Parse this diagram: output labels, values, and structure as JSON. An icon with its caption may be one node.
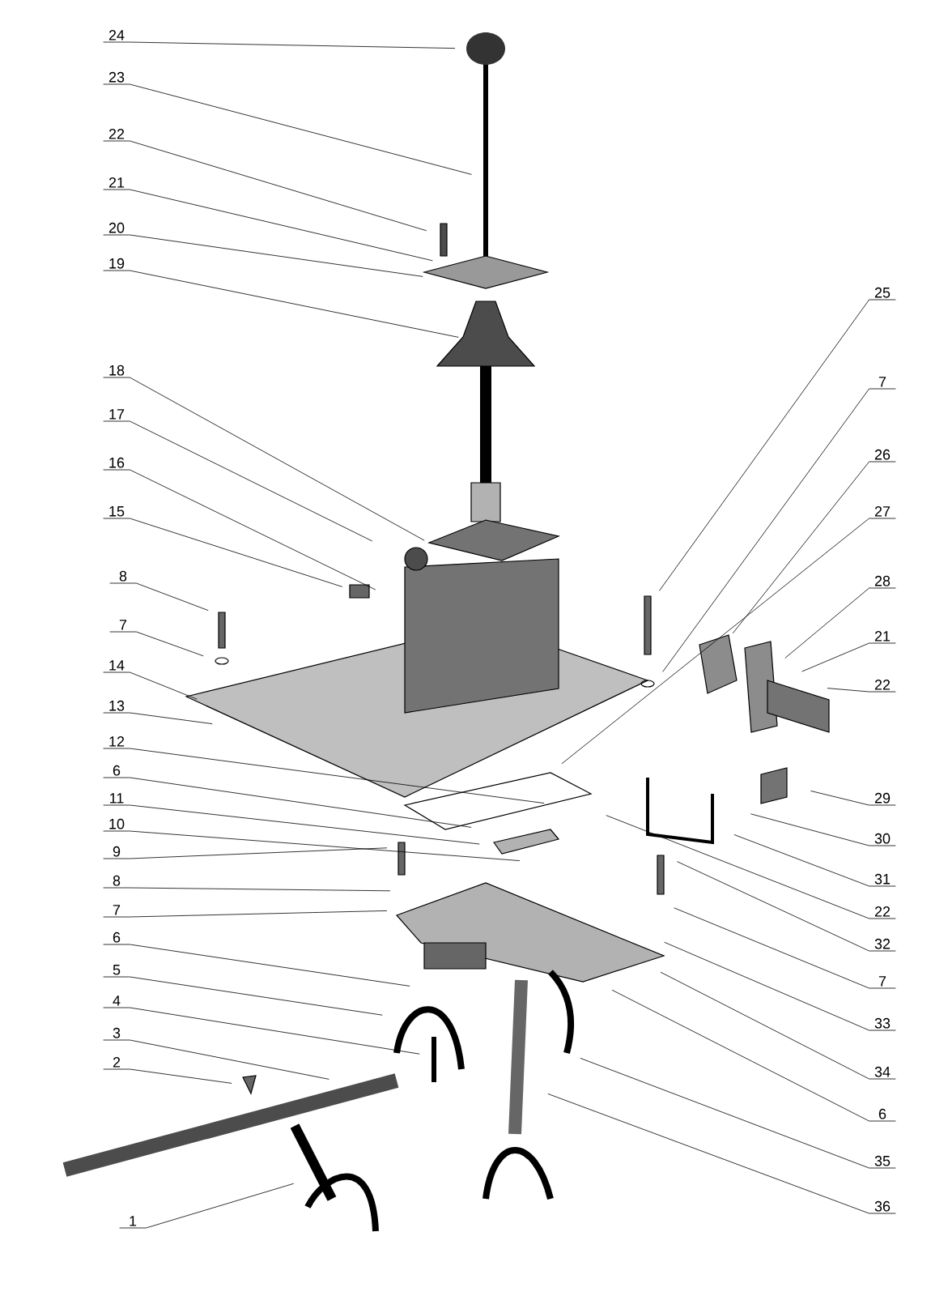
{
  "diagram": {
    "nodes": [
      {
        "text": [
          "24"
        ]
      },
      {
        "text": [
          "23"
        ]
      },
      {
        "text": [
          "22"
        ]
      },
      {
        "text": [
          "21"
        ]
      },
      {
        "text": [
          "20"
        ]
      },
      {
        "text": [
          "19"
        ]
      },
      {
        "text": [
          "18"
        ]
      },
      {
        "text": [
          "17"
        ]
      },
      {
        "text": [
          "16"
        ]
      },
      {
        "text": [
          "15"
        ]
      },
      {
        "text": [
          "8"
        ]
      },
      {
        "text": [
          "7"
        ]
      },
      {
        "text": [
          "14"
        ]
      },
      {
        "text": [
          "13"
        ]
      },
      {
        "text": [
          "12"
        ]
      },
      {
        "text": [
          "6"
        ]
      },
      {
        "text": [
          "11"
        ]
      },
      {
        "text": [
          "10"
        ]
      },
      {
        "text": [
          "9"
        ]
      },
      {
        "text": [
          "8"
        ]
      },
      {
        "text": [
          "7"
        ]
      },
      {
        "text": [
          "6"
        ]
      },
      {
        "text": [
          "5"
        ]
      },
      {
        "text": [
          "4"
        ]
      },
      {
        "text": [
          "3"
        ]
      },
      {
        "text": [
          "2"
        ]
      },
      {
        "text": [
          "1"
        ]
      },
      {
        "text": [
          "25"
        ]
      },
      {
        "text": [
          "7"
        ]
      },
      {
        "text": [
          "26"
        ]
      },
      {
        "text": [
          "27"
        ]
      },
      {
        "text": [
          "28"
        ]
      },
      {
        "text": [
          "21"
        ]
      },
      {
        "text": [
          "22"
        ]
      },
      {
        "text": [
          "29"
        ]
      },
      {
        "text": [
          "30"
        ]
      },
      {
        "text": [
          "31"
        ]
      },
      {
        "text": [
          "22"
        ]
      },
      {
        "text": [
          "32"
        ]
      },
      {
        "text": [
          "7"
        ]
      },
      {
        "text": [
          "33"
        ]
      },
      {
        "text": [
          "34"
        ]
      },
      {
        "text": [
          "6"
        ]
      },
      {
        "text": [
          "35"
        ]
      },
      {
        "text": [
          "36"
        ]
      }
    ],
    "edges": [
      {
        "from": 0,
        "to": null,
        "arrow": "none"
      },
      {
        "from": 1,
        "to": null,
        "arrow": "none"
      },
      {
        "from": 2,
        "to": null,
        "arrow": "none"
      },
      {
        "from": 3,
        "to": null,
        "arrow": "none"
      },
      {
        "from": 4,
        "to": null,
        "arrow": "none"
      },
      {
        "from": 5,
        "to": null,
        "arrow": "none"
      },
      {
        "from": 6,
        "to": null,
        "arrow": "none"
      },
      {
        "from": 7,
        "to": null,
        "arrow": "none"
      },
      {
        "from": 8,
        "to": null,
        "arrow": "none"
      },
      {
        "from": 9,
        "to": null,
        "arrow": "none"
      },
      {
        "from": 10,
        "to": null,
        "arrow": "none"
      },
      {
        "from": 11,
        "to": null,
        "arrow": "none"
      },
      {
        "from": 12,
        "to": null,
        "arrow": "none"
      },
      {
        "from": 13,
        "to": null,
        "arrow": "none"
      },
      {
        "from": 14,
        "to": null,
        "arrow": "none"
      },
      {
        "from": 15,
        "to": null,
        "arrow": "none"
      },
      {
        "from": 16,
        "to": null,
        "arrow": "none"
      },
      {
        "from": 17,
        "to": null,
        "arrow": "none"
      },
      {
        "from": 18,
        "to": null,
        "arrow": "none"
      },
      {
        "from": 19,
        "to": null,
        "arrow": "none"
      },
      {
        "from": 20,
        "to": null,
        "arrow": "none"
      },
      {
        "from": 21,
        "to": null,
        "arrow": "none"
      },
      {
        "from": 22,
        "to": null,
        "arrow": "none"
      },
      {
        "from": 23,
        "to": null,
        "arrow": "none"
      },
      {
        "from": 24,
        "to": null,
        "arrow": "none"
      },
      {
        "from": 25,
        "to": null,
        "arrow": "none"
      },
      {
        "from": 26,
        "to": null,
        "arrow": "none"
      },
      {
        "from": 27,
        "to": null,
        "arrow": "none"
      },
      {
        "from": 28,
        "to": null,
        "arrow": "none"
      },
      {
        "from": 29,
        "to": null,
        "arrow": "none"
      },
      {
        "from": 30,
        "to": null,
        "arrow": "none"
      },
      {
        "from": 31,
        "to": null,
        "arrow": "none"
      },
      {
        "from": 32,
        "to": null,
        "arrow": "none"
      },
      {
        "from": 33,
        "to": null,
        "arrow": "none"
      },
      {
        "from": 34,
        "to": null,
        "arrow": "none"
      },
      {
        "from": 35,
        "to": null,
        "arrow": "none"
      },
      {
        "from": 36,
        "to": null,
        "arrow": "none"
      },
      {
        "from": 37,
        "to": null,
        "arrow": "none"
      },
      {
        "from": 38,
        "to": null,
        "arrow": "none"
      },
      {
        "from": 39,
        "to": null,
        "arrow": "none"
      },
      {
        "from": 40,
        "to": null,
        "arrow": "none"
      },
      {
        "from": 41,
        "to": null,
        "arrow": "none"
      },
      {
        "from": 42,
        "to": null,
        "arrow": "none"
      },
      {
        "from": 43,
        "to": null,
        "arrow": "none"
      },
      {
        "from": 44,
        "to": null,
        "arrow": "none"
      }
    ]
  }
}
